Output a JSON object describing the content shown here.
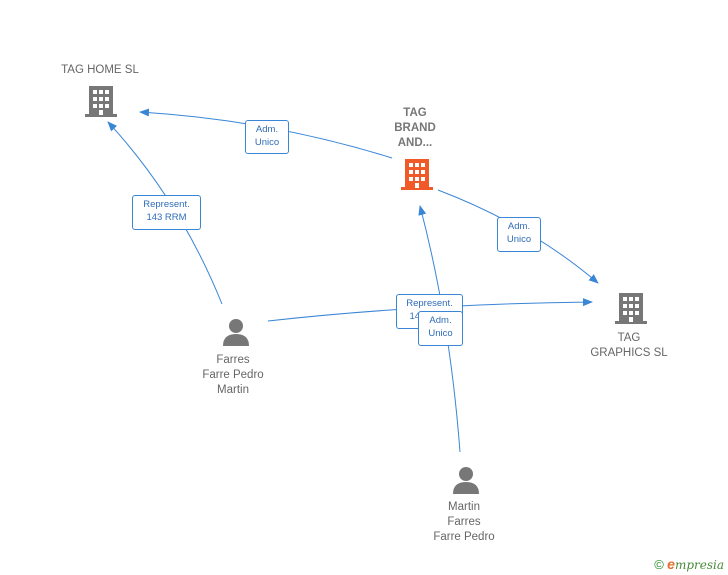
{
  "colors": {
    "edge": "#3a86d6",
    "company_default": "#777777",
    "company_highlight": "#f05a28",
    "person": "#777777"
  },
  "nodes": {
    "tag_home": {
      "label": "TAG HOME  SL",
      "icon": "building-icon"
    },
    "tag_brand": {
      "label": "TAG\nBRAND\nAND...",
      "icon": "building-icon"
    },
    "tag_graphics": {
      "label": "TAG\nGRAPHICS SL",
      "icon": "building-icon"
    },
    "person_1": {
      "label": "Farres\nFarre Pedro\nMartin",
      "icon": "person-icon"
    },
    "person_2": {
      "label": "Martin\nFarres\nFarre Pedro",
      "icon": "person-icon"
    }
  },
  "edges": {
    "brand_to_home": "Adm.\nUnico",
    "brand_to_graphics": "Adm.\nUnico",
    "p1_to_home": "Represent.\n143 RRM",
    "p1_to_graphics": "Represent.\n143 RRM",
    "p2_to_brand": "Adm.\nUnico"
  },
  "footer": {
    "copyright": "©",
    "brand_initial": "e",
    "brand_rest": "mpresia"
  }
}
